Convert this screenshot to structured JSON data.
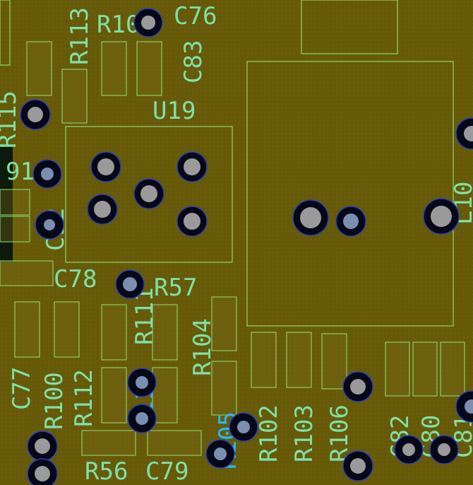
{
  "colors": {
    "board": "#665a08",
    "silkscreen": "#7fe0a8",
    "outline": "#8fd66e",
    "via_ring": "#07071a",
    "via_core": "#9a9a9a",
    "blue_silk": "#28b8f0"
  },
  "labels": {
    "r101": "R101",
    "c76": "C76",
    "r113": "R113",
    "c83": "C83",
    "r115": "R115",
    "u19": "U19",
    "frag91": "91",
    "c92": "C92",
    "c78": "C78",
    "r57": "R57",
    "r111a": "R111",
    "r104": "R104",
    "c77": "C77",
    "r100": "R100",
    "r112": "R112",
    "r111b": "R111",
    "r102": "R102",
    "r103": "R103",
    "r106": "R106",
    "c82": "C82",
    "c80": "C80",
    "c81": "C81",
    "r56": "R56",
    "c79": "C79",
    "r105": "R105",
    "l10": "L10"
  }
}
